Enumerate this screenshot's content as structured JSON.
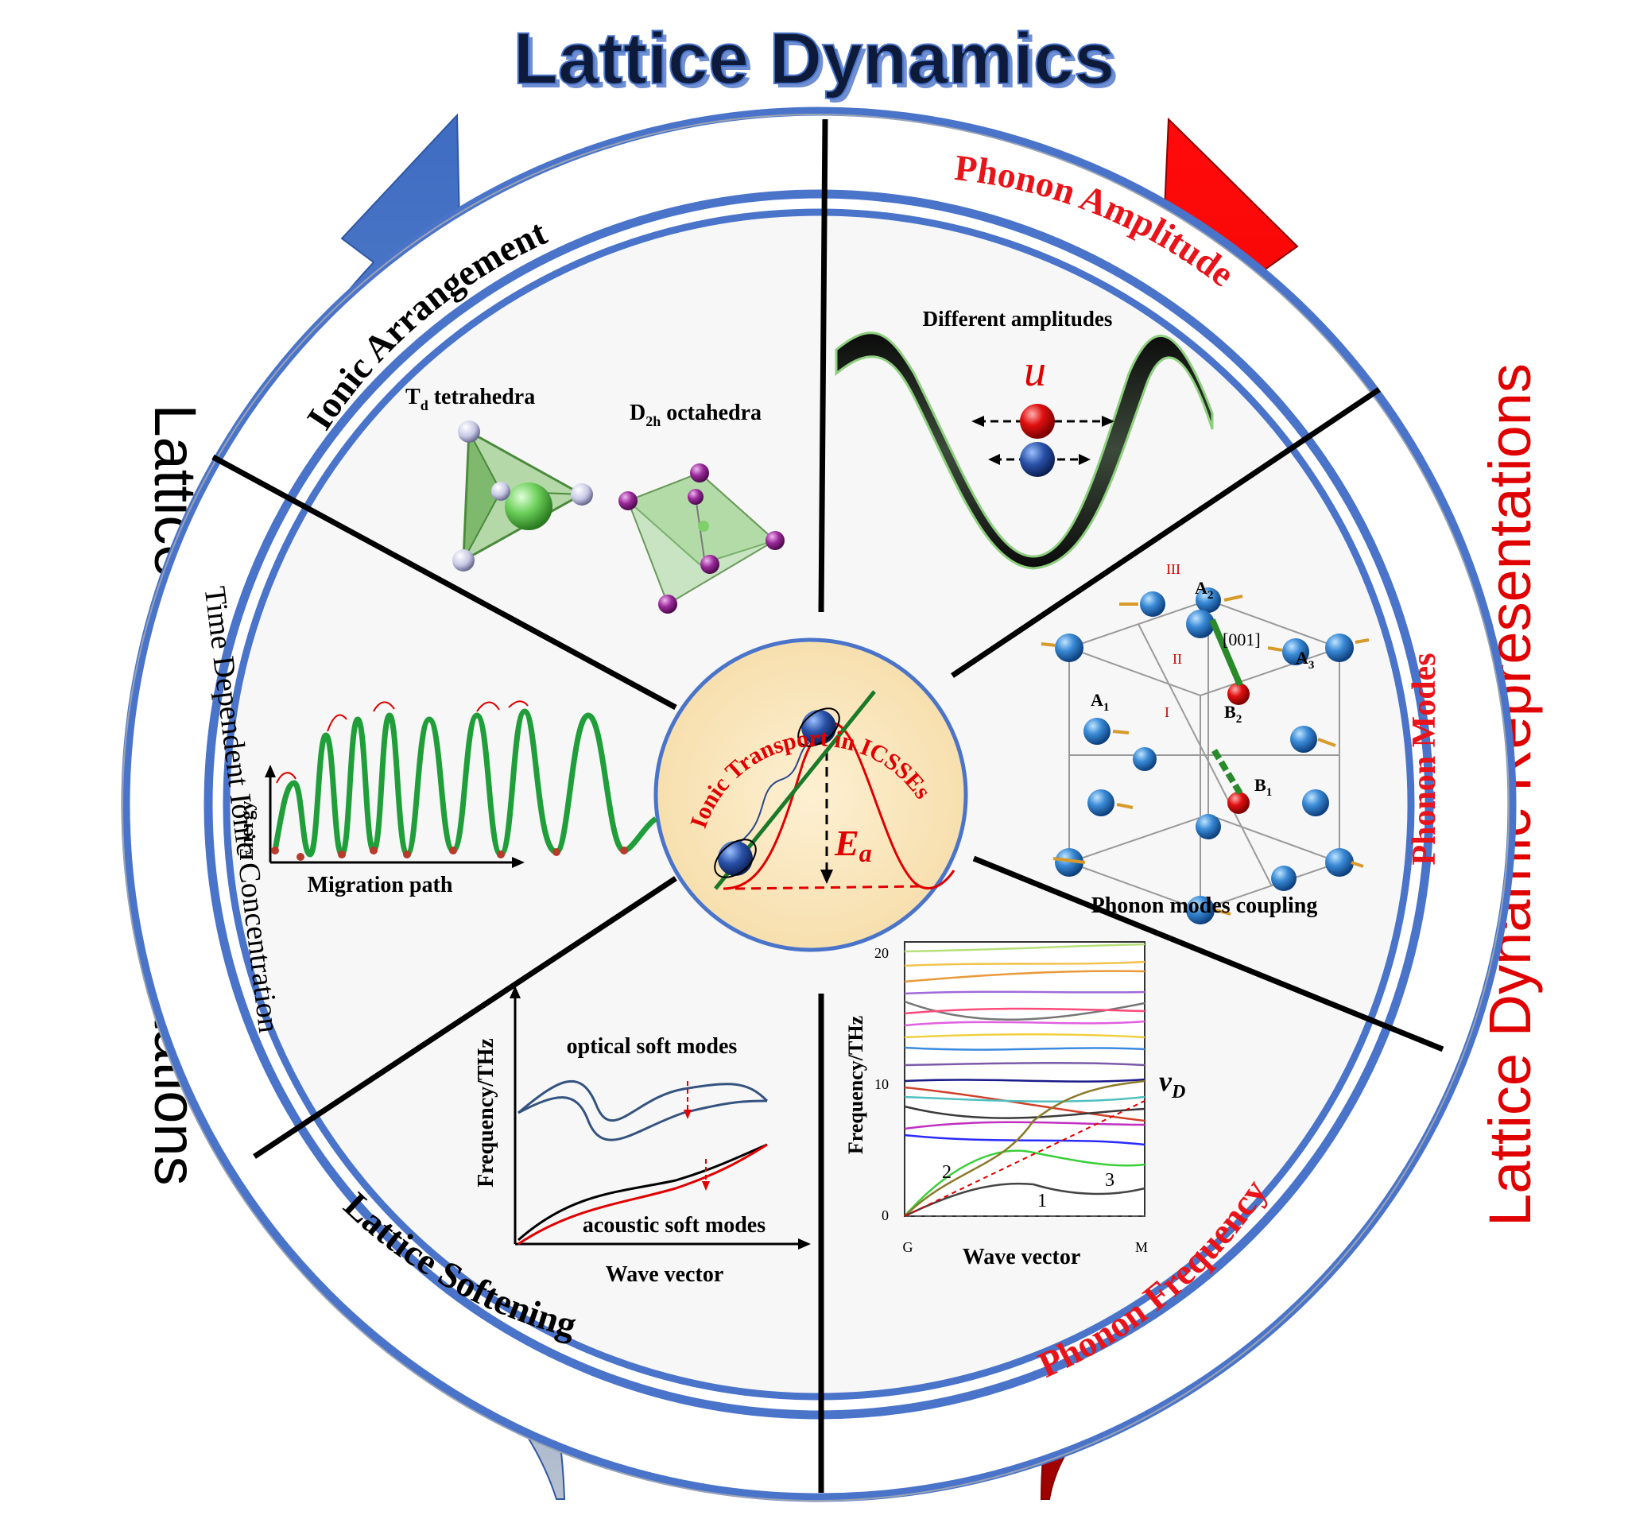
{
  "title": "Lattice Dynamics",
  "left_arrow_label": "Lattice Static Representations",
  "right_arrow_label": "Lattice Dynamic Representations",
  "colors": {
    "blue_arrow": "#4472c4",
    "red_arrow": "#e60000",
    "ring": "#4a74c9",
    "center_fill": "#fbe9c6",
    "wave_green": "#1f9e3a",
    "red_text": "#e8141a"
  },
  "sector_labels": {
    "ionic_arrangement": "Ionic Arrangement",
    "phonon_amplitude": "Phonon Amplitude",
    "phonon_modes": "Phonon Modes",
    "phonon_frequency": "Phonon Frequency",
    "lattice_softening": "Lattice Softening",
    "time_dependent": "Time Dependent Ionic Concentration"
  },
  "ionic_arrangement": {
    "tetra_label": "T",
    "tetra_sub": "d",
    "tetra_rest": " tetrahedra",
    "octa_label": "D",
    "octa_sub": "2h",
    "octa_rest": " octahedra"
  },
  "phonon_amplitude": {
    "caption": "Different amplitudes",
    "symbol": "u"
  },
  "phonon_modes": {
    "caption": "Phonon modes coupling",
    "direction": "[001]",
    "roman_1": "I",
    "roman_2": "II",
    "roman_3": "III",
    "a1": "A",
    "a1_sub": "1",
    "a2": "A",
    "a2_sub": "2",
    "a3": "A",
    "a3_sub": "3",
    "b1": "B",
    "b1_sub": "1",
    "b2": "B",
    "b2_sub": "2"
  },
  "center": {
    "label": "Ionic Transport in ICSSEs",
    "energy_symbol": "E",
    "energy_sub": "a"
  },
  "migration": {
    "ylabel": "Energy",
    "xlabel": "Migration path"
  },
  "softening": {
    "ylabel": "Frequency/THz",
    "xlabel": "Wave vector",
    "optical": "optical soft modes",
    "acoustic": "acoustic soft modes"
  },
  "frequency": {
    "ylabel": "Frequency/THz",
    "xlabel": "Wave vector",
    "tick_0": "0",
    "tick_10": "10",
    "tick_20": "20",
    "x_start": "G",
    "x_end": "M",
    "vd": "v",
    "vd_sub": "D",
    "branch_1": "1",
    "branch_2": "2",
    "branch_3": "3"
  }
}
